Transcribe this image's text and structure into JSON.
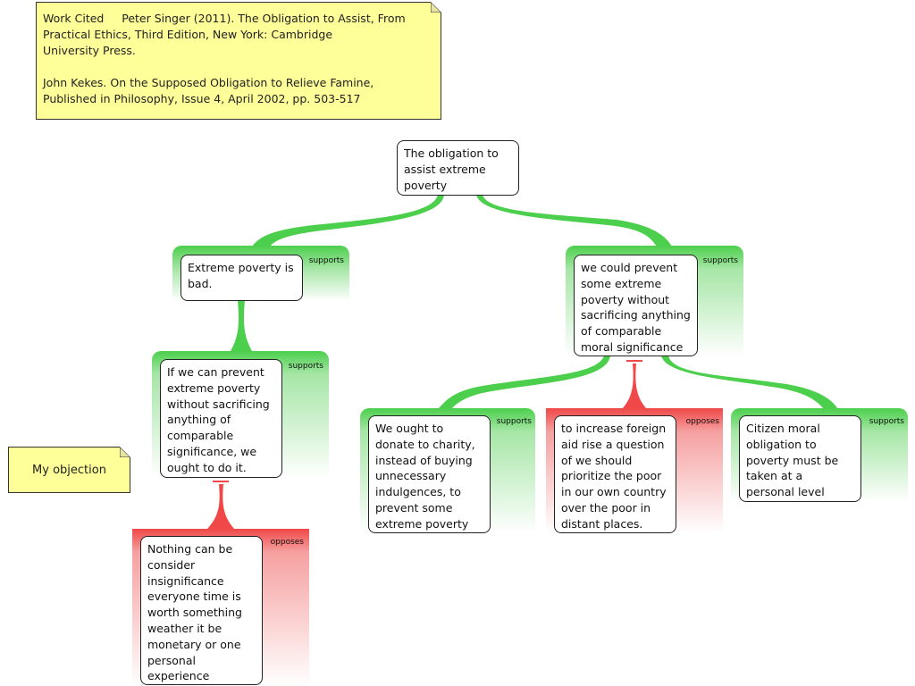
{
  "citation_note": {
    "lines": [
      "Work Cited     Peter Singer (2011). The Obligation to Assist, From",
      "Practical Ethics, Third Edition, New York: Cambridge",
      "University Press.",
      "John Kekes. On the Supposed Obligation to Relieve Famine,",
      "Published in Philosophy, Issue 4, April 2002, pp. 503-517"
    ]
  },
  "objection_note": {
    "text": "My objection"
  },
  "colors": {
    "supports": "#4ccf4c",
    "opposes": "#f04848",
    "note": "#ffff99"
  },
  "nodes": {
    "root": {
      "text": "The obligation to assist extreme poverty"
    },
    "bad": {
      "text": "Extreme poverty is bad.",
      "relation": "supports"
    },
    "prevent": {
      "text": "we could prevent some extreme poverty without sacrificing anything of comparable moral significance",
      "relation": "supports"
    },
    "ifcan": {
      "text": "If we can prevent extreme poverty without sacrificing anything of comparable significance, we ought to do it.",
      "relation": "supports"
    },
    "nothing": {
      "text": "Nothing can be consider insignificance everyone time is worth something weather it be monetary or one personal experience",
      "relation": "opposes"
    },
    "donate": {
      "text": "We ought to donate to charity, instead of buying unnecessary indulgences, to prevent some extreme poverty",
      "relation": "supports"
    },
    "foreign": {
      "text": "to increase foreign aid rise a question of we should prioritize the poor in our own country over the poor in distant places.",
      "relation": "opposes"
    },
    "citizen": {
      "text": "Citizen moral obligation to poverty must be taken at a personal level",
      "relation": "supports"
    }
  }
}
